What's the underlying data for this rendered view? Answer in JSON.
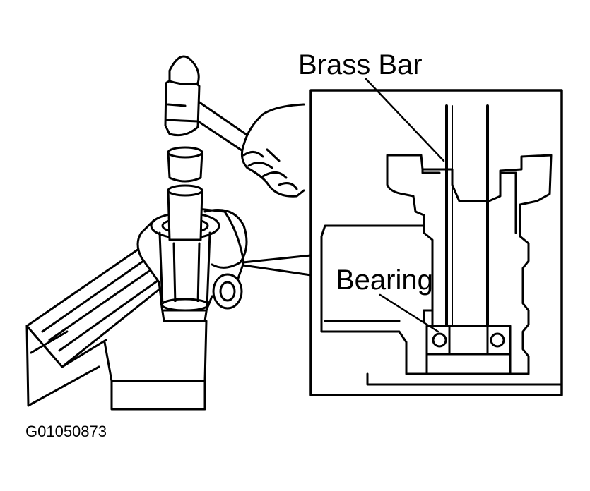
{
  "labels": {
    "brass_bar": "Brass Bar",
    "bearing": "Bearing",
    "figure_id": "G01050873"
  },
  "colors": {
    "ink": "#000000",
    "paper": "#ffffff"
  }
}
